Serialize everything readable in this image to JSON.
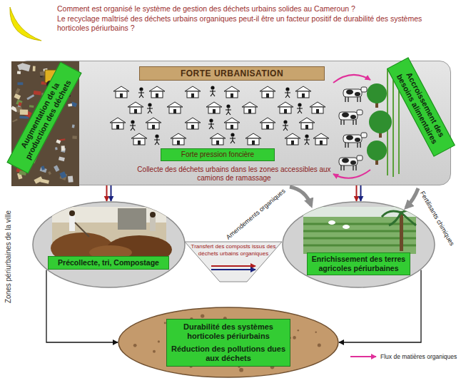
{
  "diagram": {
    "nodes": [
      {
        "text": [
          "Collecte des déchets urbains dans les zones accessibles aux camions de ramassage"
        ]
      },
      {
        "text": [
          "FORTE URBANISATION"
        ],
        "in": 0
      },
      {
        "text": [
          "Forte pression foncière"
        ],
        "in": 0
      },
      {
        "text": [
          "Augmentation de la production des déchets"
        ]
      },
      {
        "text": [
          "Accroissement des besoins alimentaires"
        ]
      },
      {
        "text": [
          "Précollecte, tri, Compostage"
        ]
      },
      {
        "text": [
          "Enrichissement des terres agricoles périurbaines"
        ]
      },
      {
        "text": [
          "Transfert des composts issus des déchets urbains organiques"
        ]
      },
      {
        "text": [
          "Durabilité des systèmes horticoles périurbains",
          "Réduction des pollutions dues aux déchets"
        ]
      }
    ],
    "edges": [
      {
        "from": 0,
        "to": 5,
        "arrow": "to"
      },
      {
        "from": 0,
        "to": 6,
        "arrow": "to"
      },
      {
        "from": 5,
        "to": 8,
        "arrow": "to"
      },
      {
        "from": 6,
        "to": 8,
        "arrow": "to"
      }
    ],
    "labels": [
      "Comment est organisé le système de gestion des déchets urbains solides au Cameroun ?",
      "Le recyclage maîtrisé des déchets urbains organiques peut-il être un facteur positif de durabilité des systèmes horticoles périurbains ?",
      "Zones périurbaines de la ville",
      "Amendements organiques",
      "Fertilisants chimiques"
    ],
    "legend": [
      {
        "text": "Flux de matières organiques"
      }
    ]
  }
}
